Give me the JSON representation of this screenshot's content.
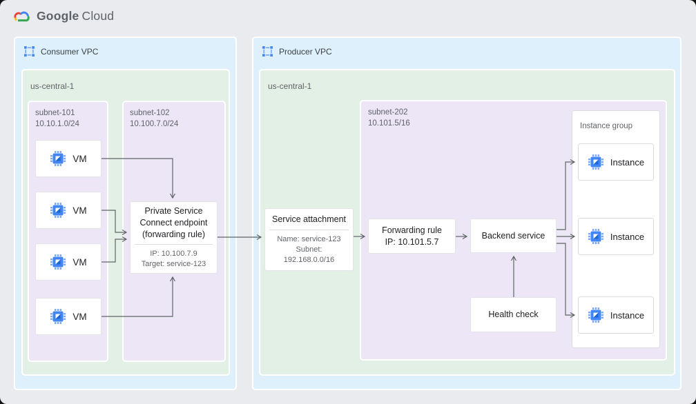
{
  "header": {
    "logo_primary": "Google",
    "logo_secondary": "Cloud"
  },
  "colors": {
    "vpc_blue": "#DDF0FC",
    "region_green": "#E2F0E6",
    "subnet_purple": "#ECE6F6",
    "accent_blue": "#4285F4",
    "pin_blue": "#7BAAF7",
    "arrow_gray": "#5F6368",
    "logo_red": "#EA4335",
    "logo_yellow": "#FBBC05",
    "logo_green": "#34A853",
    "logo_blue": "#4285F4"
  },
  "consumer_vpc": {
    "label": "Consumer VPC",
    "region": {
      "label": "us-central-1"
    },
    "subnets": [
      {
        "name": "subnet-101",
        "cidr": "10.10.1.0/24",
        "vms": [
          "VM",
          "VM",
          "VM",
          "VM"
        ]
      },
      {
        "name": "subnet-102",
        "cidr": "10.100.7.0/24",
        "endpoint": {
          "title": "Private Service Connect endpoint (forwarding rule)",
          "ip": "IP: 10.100.7.9",
          "target": "Target: service-123"
        }
      }
    ]
  },
  "producer_vpc": {
    "label": "Producer VPC",
    "region": {
      "label": "us-central-1"
    },
    "service_attachment": {
      "title": "Service attachment",
      "name": "Name: service-123",
      "subnet_label": "Subnet:",
      "subnet_cidr": "192.168.0.0/16"
    },
    "subnet": {
      "name": "subnet-202",
      "cidr": "10.101.5/16",
      "forwarding_rule": {
        "line1": "Forwarding rule",
        "line2": "IP: 10.101.5.7"
      },
      "backend_service": {
        "label": "Backend service"
      },
      "health_check": {
        "label": "Health check"
      },
      "instance_group": {
        "label": "Instance group",
        "instances": [
          "Instance",
          "Instance",
          "Instance"
        ]
      }
    }
  }
}
